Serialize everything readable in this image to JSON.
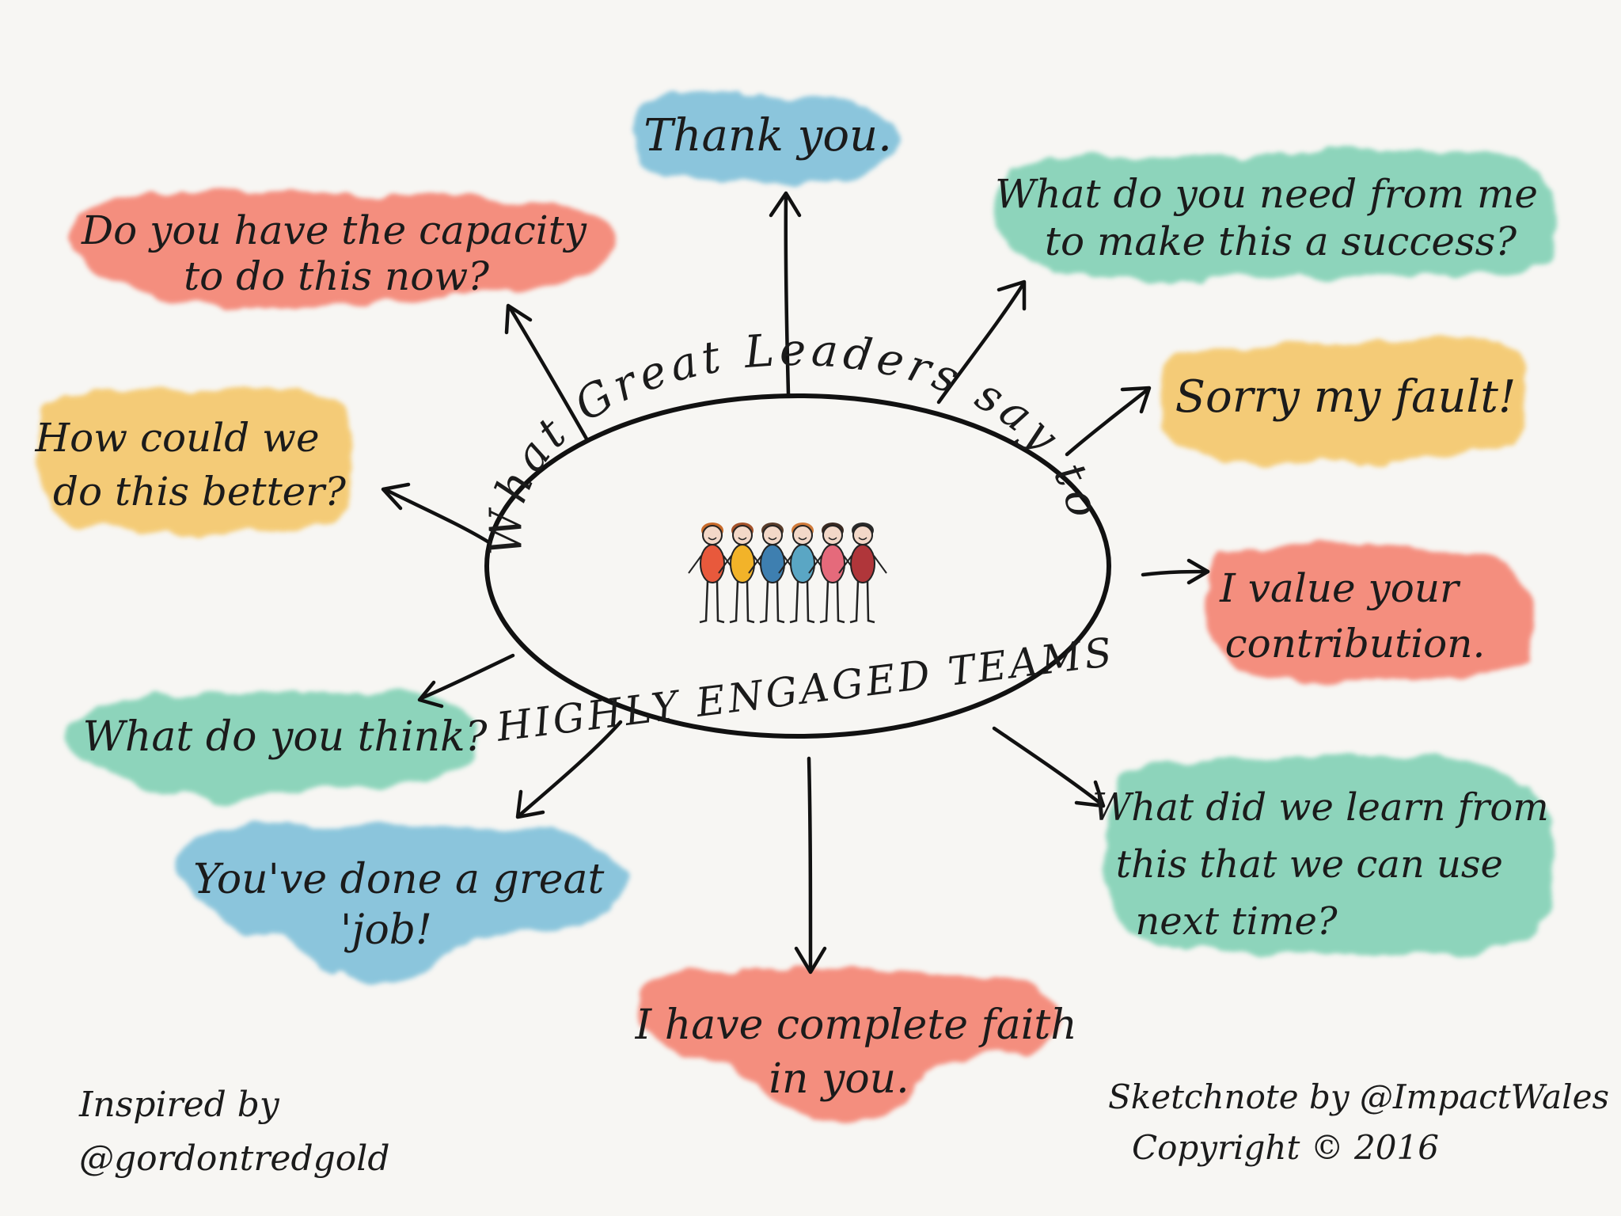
{
  "title": {
    "curved": "What Great Leaders say to",
    "bottom": "HIGHLY ENGAGED TEAMS"
  },
  "colors": {
    "red": "#f4806e",
    "blue": "#7dbfd9",
    "teal": "#7fd0b4",
    "yellow": "#f4c666"
  },
  "bubbles": [
    {
      "id": "thank-you",
      "color": "blue",
      "lines": [
        "Thank you."
      ]
    },
    {
      "id": "capacity",
      "color": "red",
      "lines": [
        "Do you have the capacity",
        "to do this now?"
      ]
    },
    {
      "id": "need-from-me",
      "color": "teal",
      "lines": [
        "What do you need from me",
        "to make this a success?"
      ]
    },
    {
      "id": "sorry",
      "color": "yellow",
      "lines": [
        "Sorry my fault!"
      ]
    },
    {
      "id": "better",
      "color": "yellow",
      "lines": [
        "How could we",
        "do this better?"
      ]
    },
    {
      "id": "value",
      "color": "red",
      "lines": [
        "I value your",
        "contribution."
      ]
    },
    {
      "id": "think",
      "color": "teal",
      "lines": [
        "What do you think?"
      ]
    },
    {
      "id": "learn",
      "color": "teal",
      "lines": [
        "What did we learn from",
        "this that we can use",
        "next time?"
      ]
    },
    {
      "id": "great-job",
      "color": "blue",
      "lines": [
        "You've done a great",
        "'job!"
      ]
    },
    {
      "id": "faith",
      "color": "red",
      "lines": [
        "I have complete faith",
        "in you."
      ]
    }
  ],
  "credits": {
    "inspired": [
      "Inspired by",
      "@gordontredgold"
    ],
    "sketchnote": [
      "Sketchnote by @ImpactWales",
      "Copyright © 2016"
    ]
  },
  "people": [
    {
      "shirt": "#e8593c"
    },
    {
      "shirt": "#f2b329"
    },
    {
      "shirt": "#3e7fb0"
    },
    {
      "shirt": "#5aa6c4"
    },
    {
      "shirt": "#e56a7b"
    },
    {
      "shirt": "#b0363a"
    }
  ]
}
